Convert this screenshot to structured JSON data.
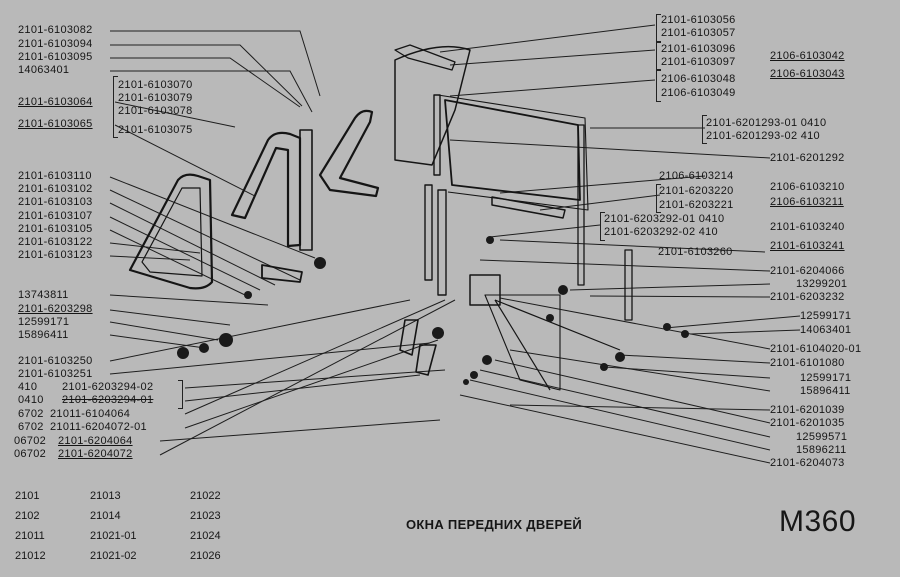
{
  "left_labels": [
    "2101-6103082",
    "2101-6103094",
    "2101-6103095",
    "14063401",
    "2101-6103064",
    "2101-6103065",
    "2101-6103110",
    "2101-6103102",
    "2101-6103103",
    "2101-6103107",
    "2101-6103105",
    "2101-6103122",
    "2101-6103123",
    "13743811",
    "2101-6203298",
    "12599171",
    "15896411",
    "2101-6103250",
    "2101-6103251"
  ],
  "group_labels": [
    "2101-6103070",
    "2101-6103079",
    "2101-6103078",
    "2101-6103075"
  ],
  "bottom_left_labels": [
    {
      "prefix": "410",
      "code": "2101-6203294-02"
    },
    {
      "prefix": "0410",
      "code": "2101-6203294-01"
    },
    {
      "prefix": "6702",
      "code": "21011-6104064"
    },
    {
      "prefix": "6702",
      "code": "21011-6204072-01"
    },
    {
      "prefix": "06702",
      "code": "2101-6204064"
    },
    {
      "prefix": "06702",
      "code": "2101-6204072"
    }
  ],
  "top_right_labels": [
    "2101-6103056",
    "2101-6103057",
    "2101-6103096",
    "2101-6103097",
    "2106-6103048",
    "2106-6103049"
  ],
  "far_right_labels": [
    "2106-6103042",
    "2106-6103043"
  ],
  "right_labels": [
    "2101-6201293-01  0410",
    "2101-6201293-02    410",
    "2101-6201292",
    "2106-6103214",
    "2101-6203220",
    "2101-6203221",
    "2101-6203292-01  0410",
    "2101-6203292-02    410",
    "2101-6103260",
    "2101-6204066",
    "13299201",
    "2101-6203232",
    "12599171",
    "14063401",
    "2101-6104020-01",
    "2101-6101080",
    "12599171",
    "15896411",
    "2101-6201039",
    "2101-6201035",
    "12599571",
    "15896211",
    "2101-6204073"
  ],
  "right_group_labels": [
    "2106-6103210",
    "2106-6103211",
    "2101-6103240",
    "2101-6103241"
  ],
  "models": [
    [
      "2101",
      "21013",
      "21022"
    ],
    [
      "2102",
      "21014",
      "21023"
    ],
    [
      "21011",
      "21021-01",
      "21024"
    ],
    [
      "21012",
      "21021-02",
      "21026"
    ]
  ],
  "title": "ОКНА ПЕРЕДНИХ ДВЕРЕЙ",
  "code": "M360"
}
